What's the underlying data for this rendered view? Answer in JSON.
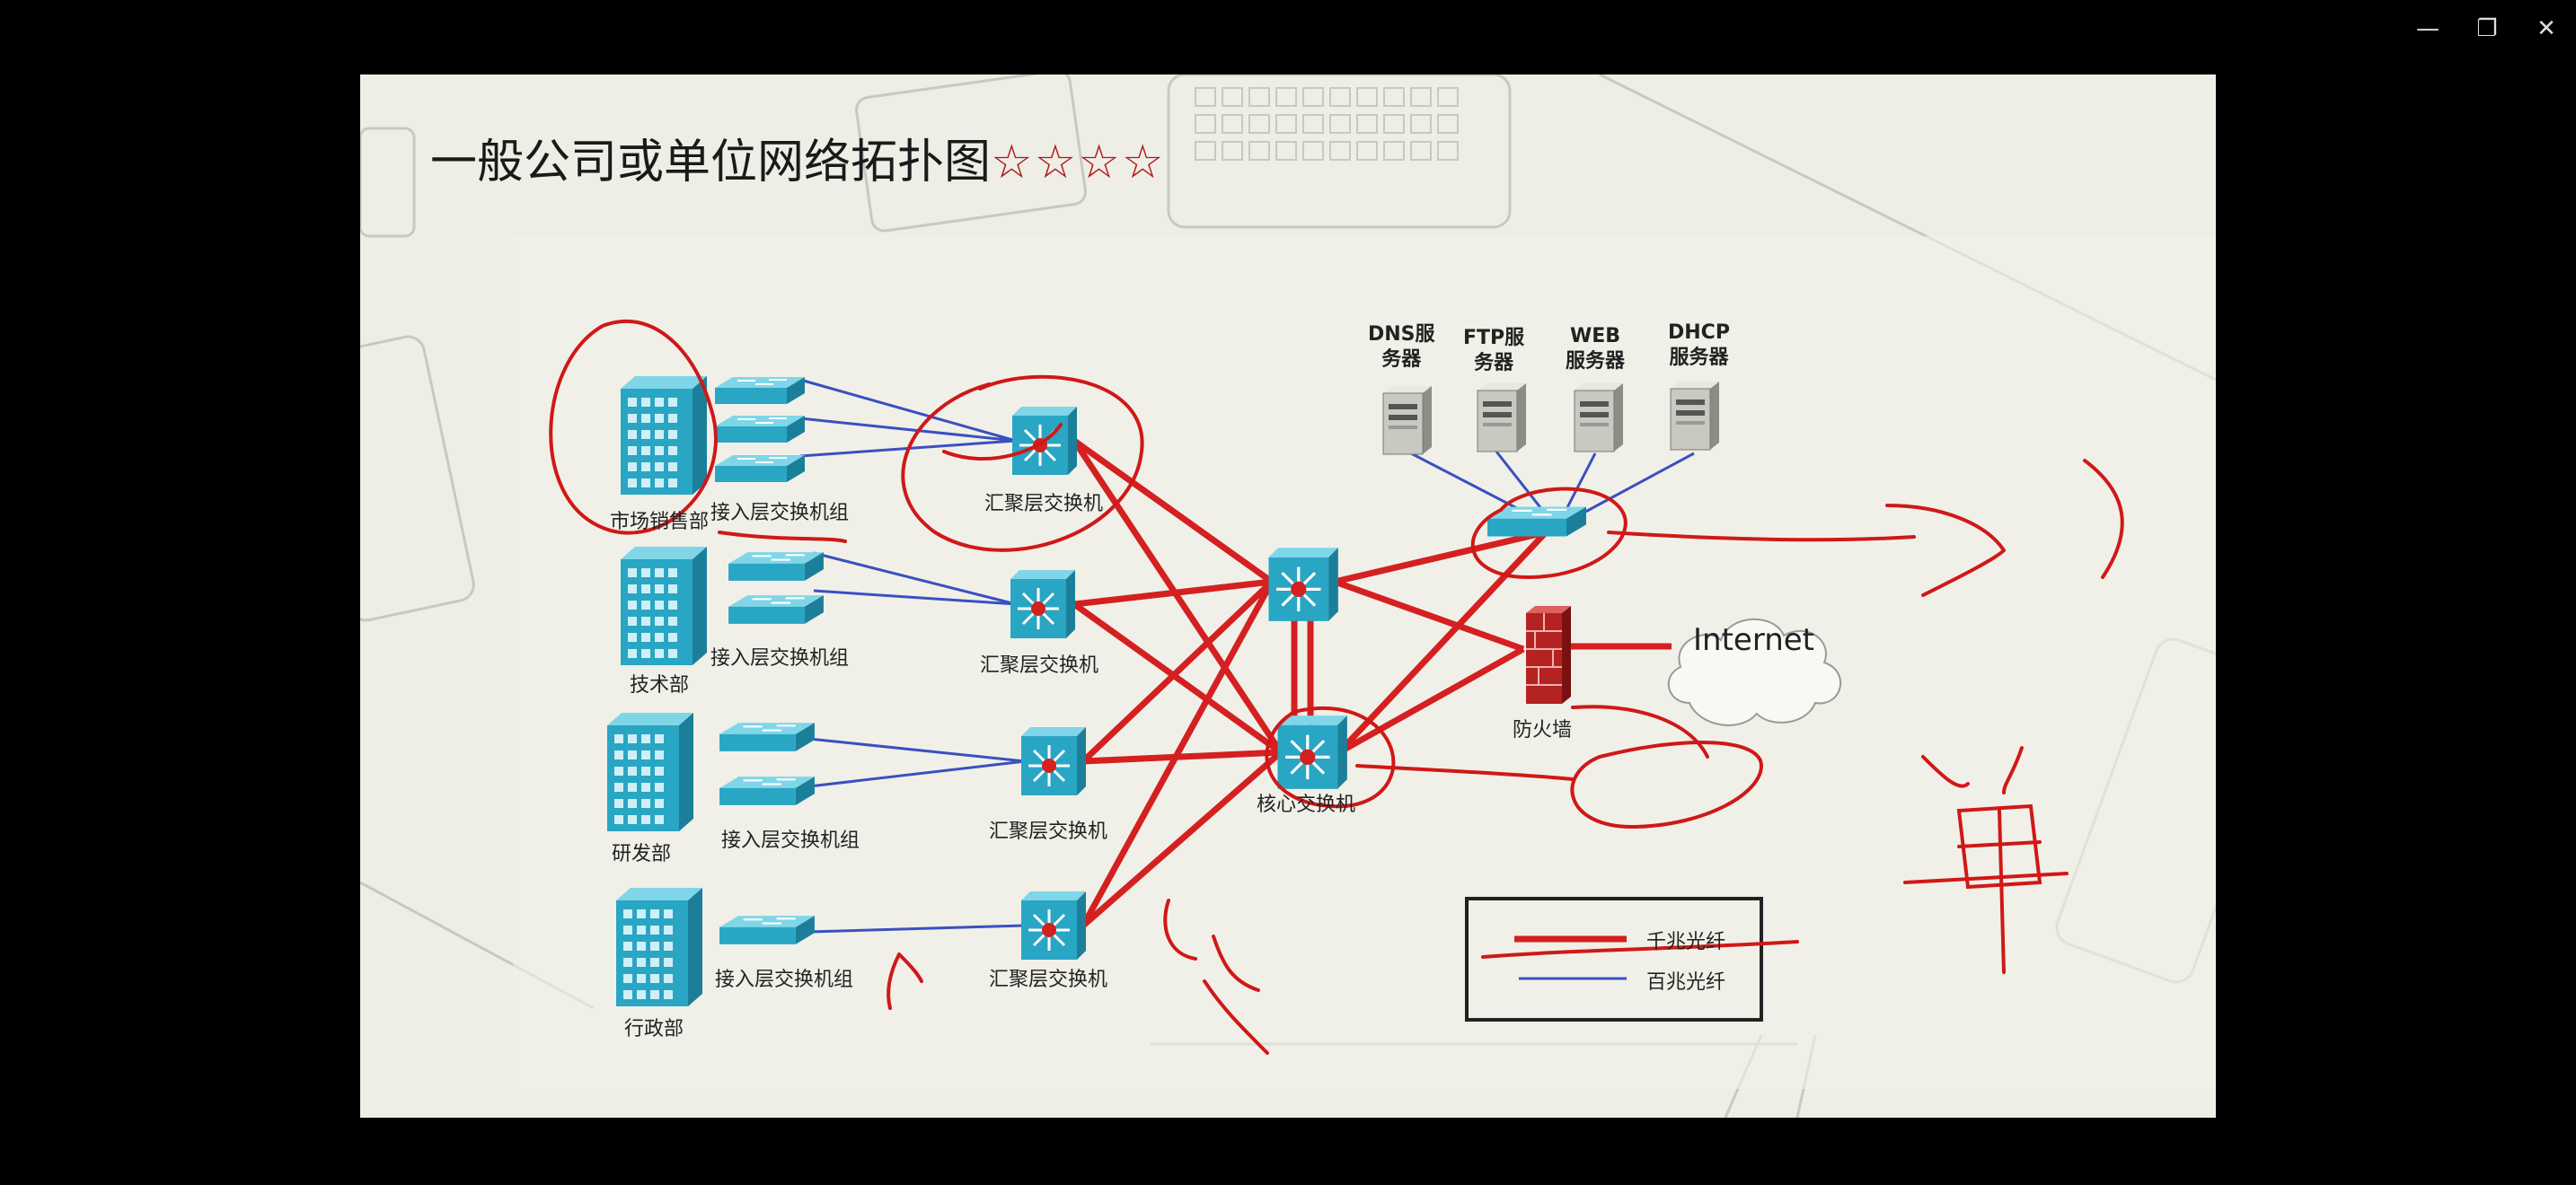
{
  "window": {
    "minimize_glyph": "—",
    "restore_glyph": "❐",
    "close_glyph": "✕"
  },
  "slide": {
    "title": "一般公司或单位网络拓扑图",
    "title_stars": "☆☆☆☆",
    "departments": [
      "市场销售部",
      "技术部",
      "研发部",
      "行政部"
    ],
    "access_label": "接入层交换机组",
    "aggregation_label": "汇聚层交换机",
    "core_label": "核心交换机",
    "firewall_label": "防火墙",
    "internet_label": "Internet",
    "servers": [
      {
        "line1": "DNS服",
        "line2": "务器"
      },
      {
        "line1": "FTP服",
        "line2": "务器"
      },
      {
        "line1": "WEB",
        "line2": "服务器"
      },
      {
        "line1": "DHCP",
        "line2": "服务器"
      }
    ],
    "legend": {
      "gigabit": "千兆光纤",
      "hundred": "百兆光纤"
    }
  },
  "colors": {
    "gigabit_line": "#d42020",
    "hundred_line": "#3a50c0",
    "device": "#29a6c4",
    "annotation": "#d01818",
    "background": "#eeeee6"
  },
  "icons": [
    "building-icon",
    "switch-icon",
    "multilayer-switch-icon",
    "server-icon",
    "firewall-icon",
    "cloud-icon"
  ]
}
